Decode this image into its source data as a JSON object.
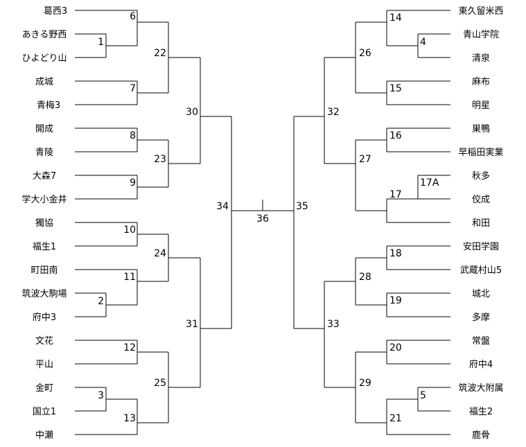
{
  "teams_left": [
    "葛西3",
    "あきる野西",
    "ひよどり山",
    "成城",
    "青梅3",
    "開成",
    "青陵",
    "大森7",
    "学大小金井",
    "獨協",
    "福生1",
    "町田南",
    "筑波大駒場",
    "府中3",
    "文花",
    "平山",
    "金町",
    "国立1",
    "中瀬"
  ],
  "teams_right": [
    "東久留米西",
    "青山学院",
    "清泉",
    "麻布",
    "明星",
    "巣鴨",
    "早稲田実業",
    "秋多",
    "佼成",
    "和田",
    "安田学園",
    "武蔵村山5",
    "城北",
    "多摩",
    "常盤",
    "府中4",
    "筑波大附属",
    "福生2",
    "鹿骨"
  ],
  "match_numbers": {
    "m1": "1",
    "m2": "2",
    "m3": "3",
    "m4": "4",
    "m5": "5",
    "m6": "6",
    "m7": "7",
    "m8": "8",
    "m9": "9",
    "m10": "10",
    "m11": "11",
    "m12": "12",
    "m13": "13",
    "m14": "14",
    "m15": "15",
    "m16": "16",
    "m17": "17",
    "m17a": "17A",
    "m18": "18",
    "m19": "19",
    "m20": "20",
    "m21": "21",
    "m22": "22",
    "m23": "23",
    "m24": "24",
    "m25": "25",
    "m26": "26",
    "m27": "27",
    "m28": "28",
    "m29": "29",
    "m30": "30",
    "m31": "31",
    "m32": "32",
    "m33": "33",
    "m34": "34",
    "m35": "35",
    "m36": "36"
  }
}
